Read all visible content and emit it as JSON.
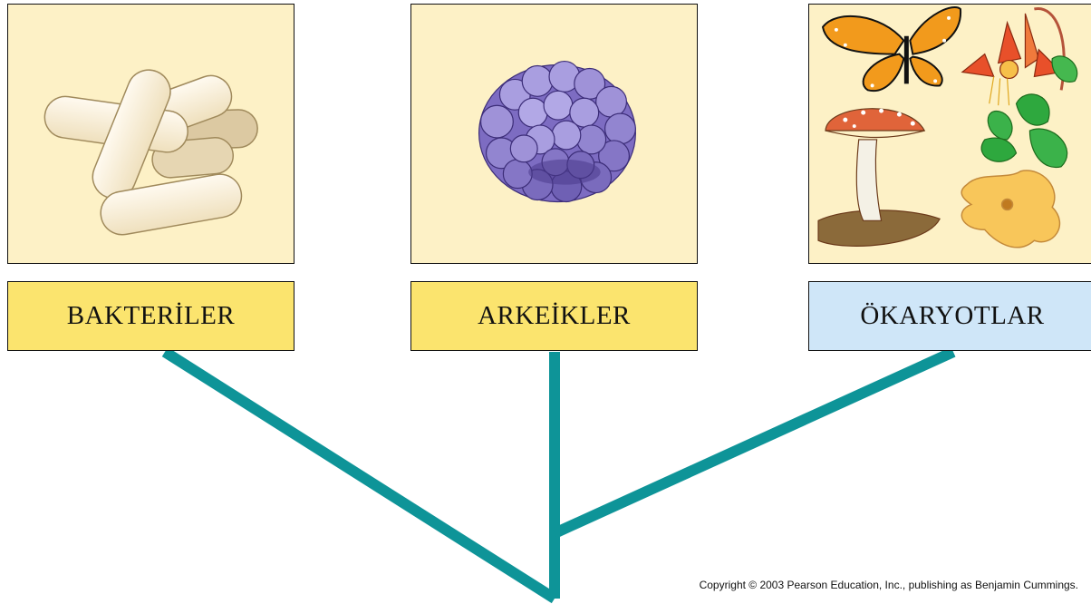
{
  "domains": [
    {
      "id": "bacteria",
      "label": "BAKTERİLER",
      "label_bg": "#fbe46e",
      "icon": "rod-bacteria-icon"
    },
    {
      "id": "archaea",
      "label": "ARKEİKLER",
      "label_bg": "#fbe46e",
      "icon": "archaea-cell-cluster-icon"
    },
    {
      "id": "eukarya",
      "label": "ÖKARYOTLAR",
      "label_bg": "#cfe6f8",
      "icon": "eukaryote-collage-icon"
    }
  ],
  "colors": {
    "branch": "#0e9498",
    "panel_bg": "#fdf1c6",
    "border": "#111111"
  },
  "copyright": "Copyright © 2003 Pearson Education, Inc., publishing as Benjamin Cummings."
}
